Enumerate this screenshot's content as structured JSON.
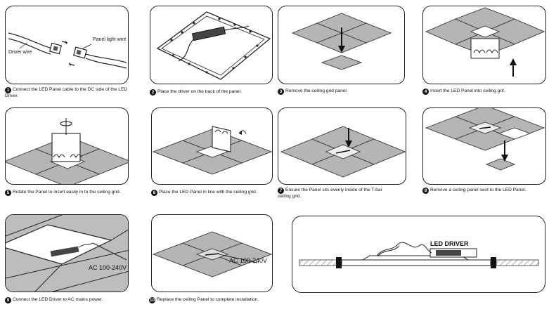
{
  "steps": [
    {
      "num": "1",
      "caption": "Connect the LED Panel cable to the DC side of the LED Driver."
    },
    {
      "num": "2",
      "caption": "Place the driver on the back of the panel."
    },
    {
      "num": "3",
      "caption": "Remove the ceiling grid panel."
    },
    {
      "num": "4",
      "caption": "Insert the LED Panel into ceiling grit."
    },
    {
      "num": "5",
      "caption": "Rotate the Panel to insert easily in to the ceiling grid."
    },
    {
      "num": "6",
      "caption": "Place the LED Panel in line with the ceiling grid."
    },
    {
      "num": "7",
      "caption": "Ensure the Panel sits evenly inside of the T-bar ceiling grid."
    },
    {
      "num": "8",
      "caption": "Remove a ceiling panel next to the LED Panel."
    },
    {
      "num": "9",
      "caption": "Connect the LED Driver to AC mains power."
    },
    {
      "num": "10",
      "caption": "Replace the ceiling Panel to complete installation."
    }
  ],
  "labels": {
    "panel_light_wire": "Panel light wire",
    "driver_wire": "Driver wire",
    "ac_9": "AC 100-240V",
    "ac_10": "AC 100-240V",
    "led_driver": "LED DRIVER"
  }
}
